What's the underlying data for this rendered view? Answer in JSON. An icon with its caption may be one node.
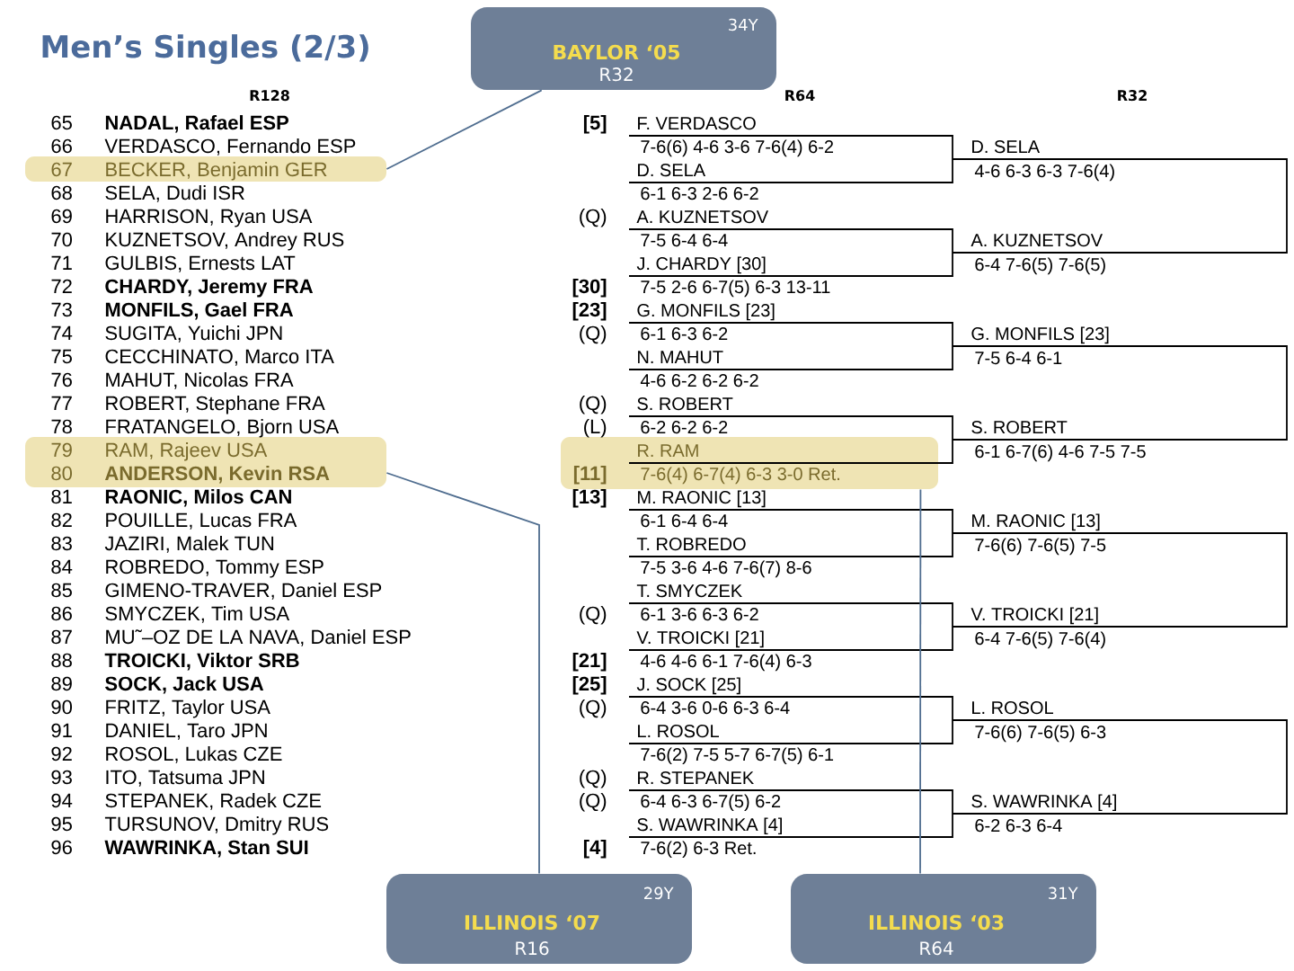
{
  "diagram": {
    "title": "Men’s Singles (2/3)",
    "nodes": [
      {
        "text": [
          "67",
          "BECKER, Benjamin GER"
        ]
      },
      {
        "text": [
          "79",
          "RAM, Rajeev USA",
          "80",
          "ANDERSON, Kevin RSA"
        ]
      },
      {
        "text": [
          "R. RAM",
          "[11]",
          "7-6(4) 6-7(4) 6-3 3-0 Ret."
        ]
      },
      {
        "text": [
          "34Y",
          "BAYLOR ‘05",
          "R32"
        ]
      },
      {
        "text": [
          "29Y",
          "ILLINOIS ‘07",
          "R16"
        ]
      },
      {
        "text": [
          "31Y",
          "ILLINOIS ‘03",
          "R64"
        ]
      }
    ],
    "edges": [
      {
        "from": 0,
        "to": 3,
        "arrow": "none"
      },
      {
        "from": 1,
        "to": 4,
        "arrow": "none"
      },
      {
        "from": 2,
        "to": 5,
        "arrow": "none"
      }
    ],
    "labels": [
      "R128",
      "R64",
      "R32",
      "65",
      "NADAL, Rafael ESP",
      "[5]",
      "66",
      "VERDASCO, Fernando ESP",
      "68",
      "SELA, Dudi ISR",
      "69",
      "HARRISON, Ryan USA",
      "(Q)",
      "70",
      "KUZNETSOV, Andrey RUS",
      "71",
      "GULBIS, Ernests LAT",
      "72",
      "CHARDY, Jeremy FRA",
      "[30]",
      "73",
      "MONFILS, Gael FRA",
      "[23]",
      "74",
      "SUGITA, Yuichi JPN",
      "(Q)",
      "75",
      "CECCHINATO, Marco ITA",
      "76",
      "MAHUT, Nicolas FRA",
      "77",
      "ROBERT, Stephane FRA",
      "(Q)",
      "78",
      "FRATANGELO, Bjorn USA",
      "(L)",
      "81",
      "RAONIC, Milos CAN",
      "[13]",
      "82",
      "POUILLE, Lucas FRA",
      "83",
      "JAZIRI, Malek TUN",
      "84",
      "ROBREDO, Tommy ESP",
      "85",
      "GIMENO-TRAVER, Daniel ESP",
      "86",
      "SMYCZEK, Tim USA",
      "(Q)",
      "87",
      "MU˜–OZ DE LA NAVA, Daniel ESP",
      "88",
      "TROICKI, Viktor SRB",
      "[21]",
      "89",
      "SOCK, Jack USA",
      "[25]",
      "90",
      "FRITZ, Taylor USA",
      "(Q)",
      "91",
      "DANIEL, Taro JPN",
      "92",
      "ROSOL, Lukas CZE",
      "93",
      "ITO, Tatsuma JPN",
      "(Q)",
      "94",
      "STEPANEK, Radek CZE",
      "(Q)",
      "95",
      "TURSUNOV, Dmitry RUS",
      "96",
      "WAWRINKA, Stan SUI",
      "[4]",
      "F. VERDASCO",
      "7-6(6) 4-6 3-6 7-6(4) 6-2",
      "D. SELA",
      "6-1 6-3 2-6 6-2",
      "A. KUZNETSOV",
      "7-5 6-4 6-4",
      "J. CHARDY [30]",
      "7-5 2-6 6-7(5) 6-3 13-11",
      "G. MONFILS [23]",
      "6-1 6-3 6-2",
      "N. MAHUT",
      "4-6 6-2 6-2 6-2",
      "S. ROBERT",
      "6-2 6-2 6-2",
      "M. RAONIC [13]",
      "6-1 6-4 6-4",
      "T. ROBREDO",
      "7-5 3-6 4-6 7-6(7) 8-6",
      "T. SMYCZEK",
      "6-1 3-6 6-3 6-2",
      "V. TROICKI [21]",
      "4-6 4-6 6-1 7-6(4) 6-3",
      "J. SOCK [25]",
      "6-4 3-6 0-6 6-3 6-4",
      "L. ROSOL",
      "7-6(2) 7-5 5-7 6-7(5) 6-1",
      "R. STEPANEK",
      "6-4 6-3 6-7(5) 6-2",
      "S. WAWRINKA [4]",
      "7-6(2) 6-3 Ret.",
      "D. SELA",
      "4-6 6-3 6-3 7-6(4)",
      "A. KUZNETSOV",
      "6-4 7-6(5) 7-6(5)",
      "G. MONFILS [23]",
      "7-5 6-4 6-1",
      "S. ROBERT",
      "6-1 6-7(6) 4-6 7-5 7-5",
      "M. RAONIC [13]",
      "7-6(6) 7-6(5) 7-5",
      "V. TROICKI [21]",
      "6-4 7-6(5) 7-6(4)",
      "L. ROSOL",
      "7-6(6) 7-6(5) 6-3",
      "S. WAWRINKA [4]",
      "6-2 6-3 6-4"
    ]
  }
}
